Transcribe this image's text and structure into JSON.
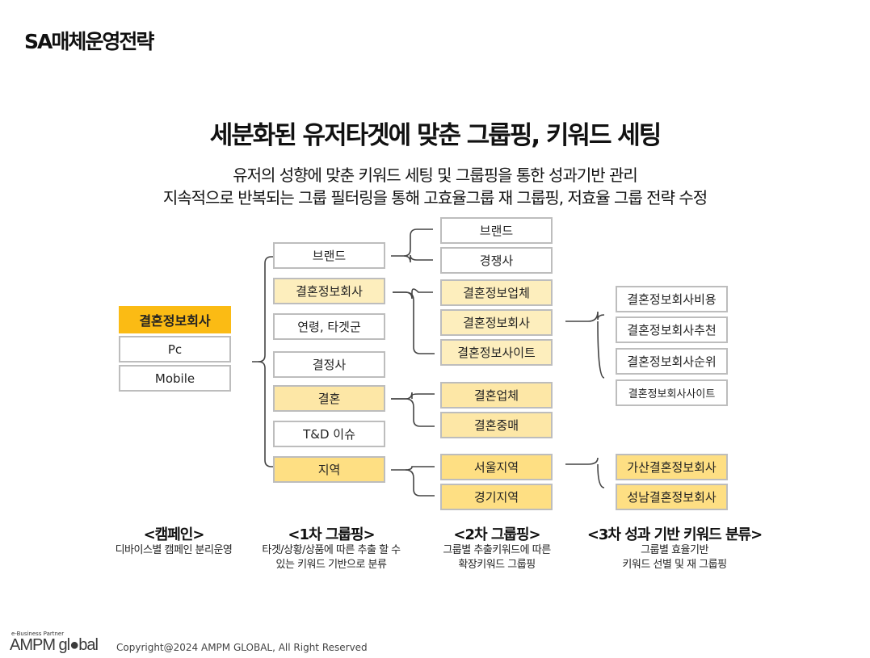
{
  "page_title": "SA매체운영전략",
  "headline": "세분화된 유저타겟에 맞춘 그룹핑, 키워드 세팅",
  "subtitle_line1": "유저의 성향에 맞춘 키워드 세팅 및 그룹핑을 통한 성과기반 관리",
  "subtitle_line2": "지속적으로 반복되는 그룹 필터링을 통해 고효율그룹 재 그룹핑, 저효율 그룹 전략 수정",
  "campaign": {
    "title": "결혼정보회사",
    "devices": [
      "Pc",
      "Mobile"
    ]
  },
  "group1": [
    "브랜드",
    "결혼정보회사",
    "연령, 타겟군",
    "결정사",
    "결혼",
    "T&D 이슈",
    "지역"
  ],
  "group2": {
    "brand": [
      "브랜드",
      "경쟁사"
    ],
    "marriage_info": [
      "결혼정보업체",
      "결혼정보회사",
      "결혼정보사이트"
    ],
    "marriage": [
      "결혼업체",
      "결혼중매"
    ],
    "region": [
      "서울지역",
      "경기지역"
    ]
  },
  "group3": {
    "marriage_info": [
      "결혼정보회사비용",
      "결혼정보회사추천",
      "결혼정보회사순위",
      "결혼정보회사사이트"
    ],
    "region": [
      "가산결혼정보회사",
      "성남결혼정보회사"
    ]
  },
  "captions": [
    {
      "title": "<캠페인>",
      "desc": [
        "디바이스별 캠페인 분리운영"
      ]
    },
    {
      "title": "<1차 그룹핑>",
      "desc": [
        "타겟/상황/상품에 따른 추출 할 수",
        "있는 키워드 기반으로 분류"
      ]
    },
    {
      "title": "<2차 그룹핑>",
      "desc": [
        "그룹별 추출키워드에 따른",
        "확장키워드 그룹핑"
      ]
    },
    {
      "title": "<3차 성과 기반 키워드 분류>",
      "desc": [
        "그룹별 효율기반",
        "키워드 선별 및 재 그룹핑"
      ]
    }
  ],
  "footer": {
    "partner": "e-Business Partner",
    "logo": "AMPM gl●bal",
    "copyright": "Copyright@2024 AMPM GLOBAL, All Right Reserved"
  },
  "colors": {
    "campaign": "#fbbb14",
    "light_yellow": "#fdeebd",
    "mid_yellow": "#fde7a6",
    "strong_yellow": "#fedf83",
    "border": "#bdbdbd"
  }
}
